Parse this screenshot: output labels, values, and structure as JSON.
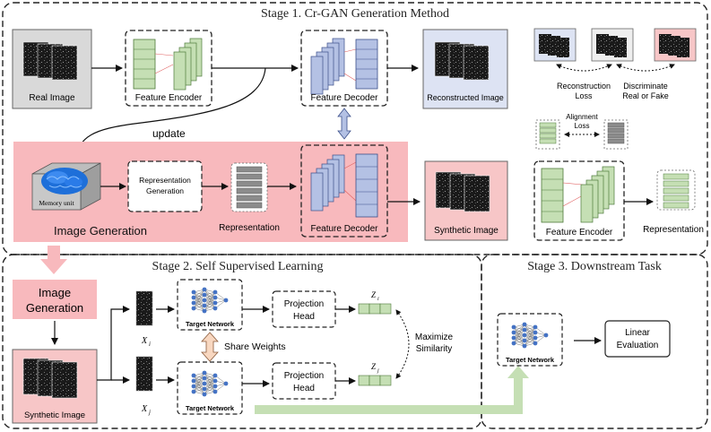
{
  "stage1": {
    "title": "Stage 1. Cr-GAN Generation Method",
    "real_image": "Real Image",
    "feature_encoder": "Feature Encoder",
    "feature_decoder": "Feature Decoder",
    "reconstructed_image": "Reconstructed Image",
    "update": "update",
    "reconstruction_loss": [
      "Reconstruction",
      "Loss"
    ],
    "discriminate": [
      "Discriminate",
      "Real or Fake"
    ],
    "alignment_loss": [
      "Alignment",
      "Loss"
    ],
    "memory_unit": "Memory unit",
    "representation_generation": [
      "Representation",
      "Generation"
    ],
    "image_generation": "Image Generation",
    "representation": "Representation",
    "feature_decoder_2": "Feature Decoder",
    "synthetic_image": "Synthetic Image",
    "feature_encoder_2": "Feature Encoder",
    "representation_2": "Representation"
  },
  "stage2": {
    "title": "Stage 2. Self Supervised Learning",
    "image_generation": [
      "Image",
      "Generation"
    ],
    "synthetic_image": "Synthetic Image",
    "x_i": "X",
    "x_i_sub": "i",
    "x_j": "X",
    "x_j_sub": "j",
    "target_network_top": "Target Network",
    "target_network_bottom": "Target Network",
    "share_weights": "Share Weights",
    "projection_head_top": [
      "Projection",
      "Head"
    ],
    "projection_head_bottom": [
      "Projection",
      "Head"
    ],
    "z_i": "Z",
    "z_i_sub": "i",
    "z_j": "Z",
    "z_j_sub": "j",
    "maximize_similarity": [
      "Maximize",
      "Similarity"
    ]
  },
  "stage3": {
    "title": "Stage 3. Downstream Task",
    "target_network": "Target Network",
    "linear_evaluation": [
      "Linear",
      "Evaluation"
    ]
  },
  "colors": {
    "pink_panel": "#f8b9bd",
    "pink_box": "#f7c6c7",
    "blue_box": "#dde3f3",
    "decoder_blue": "#b4c1e4",
    "encoder_green": "#c5dfb4",
    "gray_bar": "#8c8c8c",
    "green_arrow": "#c5dfb4",
    "node_blue": "#4472c4"
  }
}
